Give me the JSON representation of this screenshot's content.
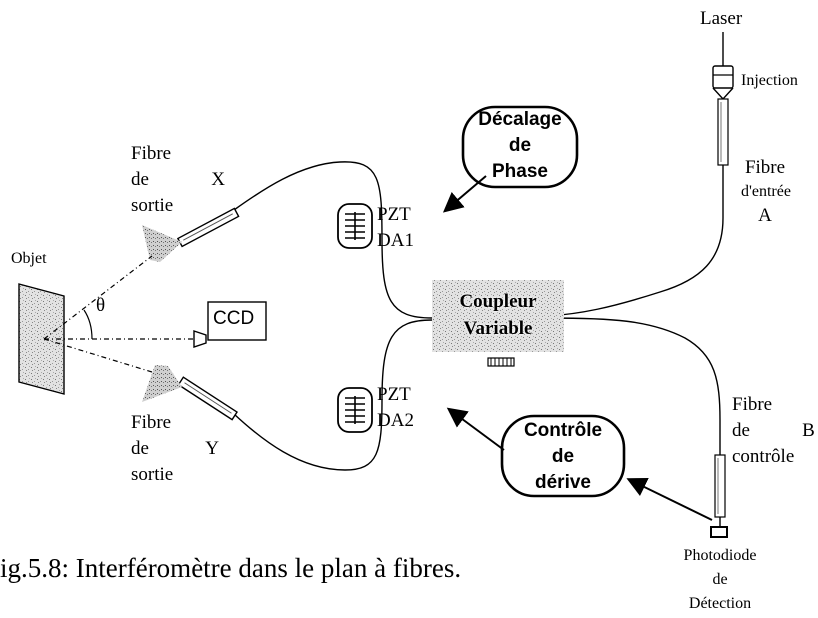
{
  "labels": {
    "laser": "Laser",
    "injection": "Injection",
    "fibre_entree": [
      "Fibre",
      "d'entrée",
      "A"
    ],
    "decalage": [
      "Décalage",
      "de",
      "Phase"
    ],
    "fibre_x": [
      "Fibre",
      "de",
      "X",
      "sortie"
    ],
    "pzt1": [
      "PZT",
      "DA1"
    ],
    "objet": "Objet",
    "theta": "θ",
    "ccd": "CCD",
    "coupleur": [
      "Coupleur",
      "Variable"
    ],
    "fibre_y": [
      "Fibre",
      "de",
      "Y",
      "sortie"
    ],
    "pzt2": [
      "PZT",
      "DA2"
    ],
    "controle_derive": [
      "Contrôle",
      "de",
      "dérive"
    ],
    "fibre_controle": [
      "Fibre",
      "de",
      "B",
      "contrôle"
    ],
    "photodiode": [
      "Photodiode",
      "de",
      "Détection"
    ]
  },
  "caption": "ig.5.8: Interféromètre dans le plan à fibres."
}
